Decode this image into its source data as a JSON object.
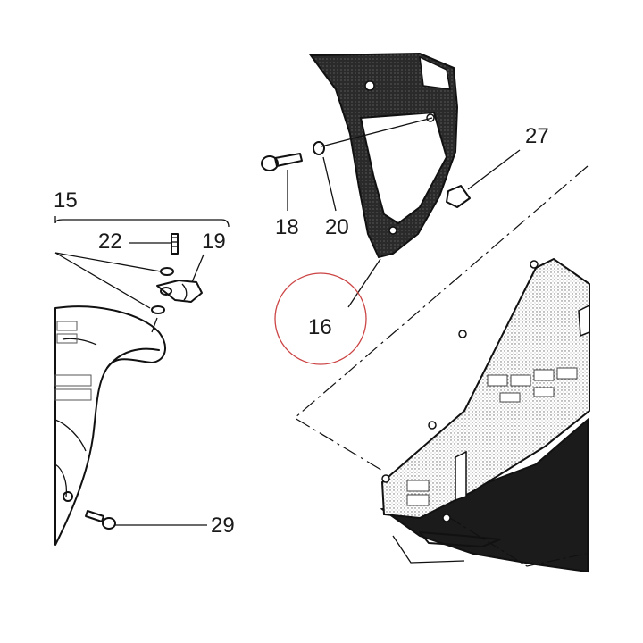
{
  "diagram": {
    "callouts": {
      "c15": "15",
      "c16": "16",
      "c18": "18",
      "c19": "19",
      "c20": "20",
      "c22": "22",
      "c27": "27",
      "c29": "29"
    },
    "highlight_color": "#cc4444",
    "line_color": "#111111"
  }
}
